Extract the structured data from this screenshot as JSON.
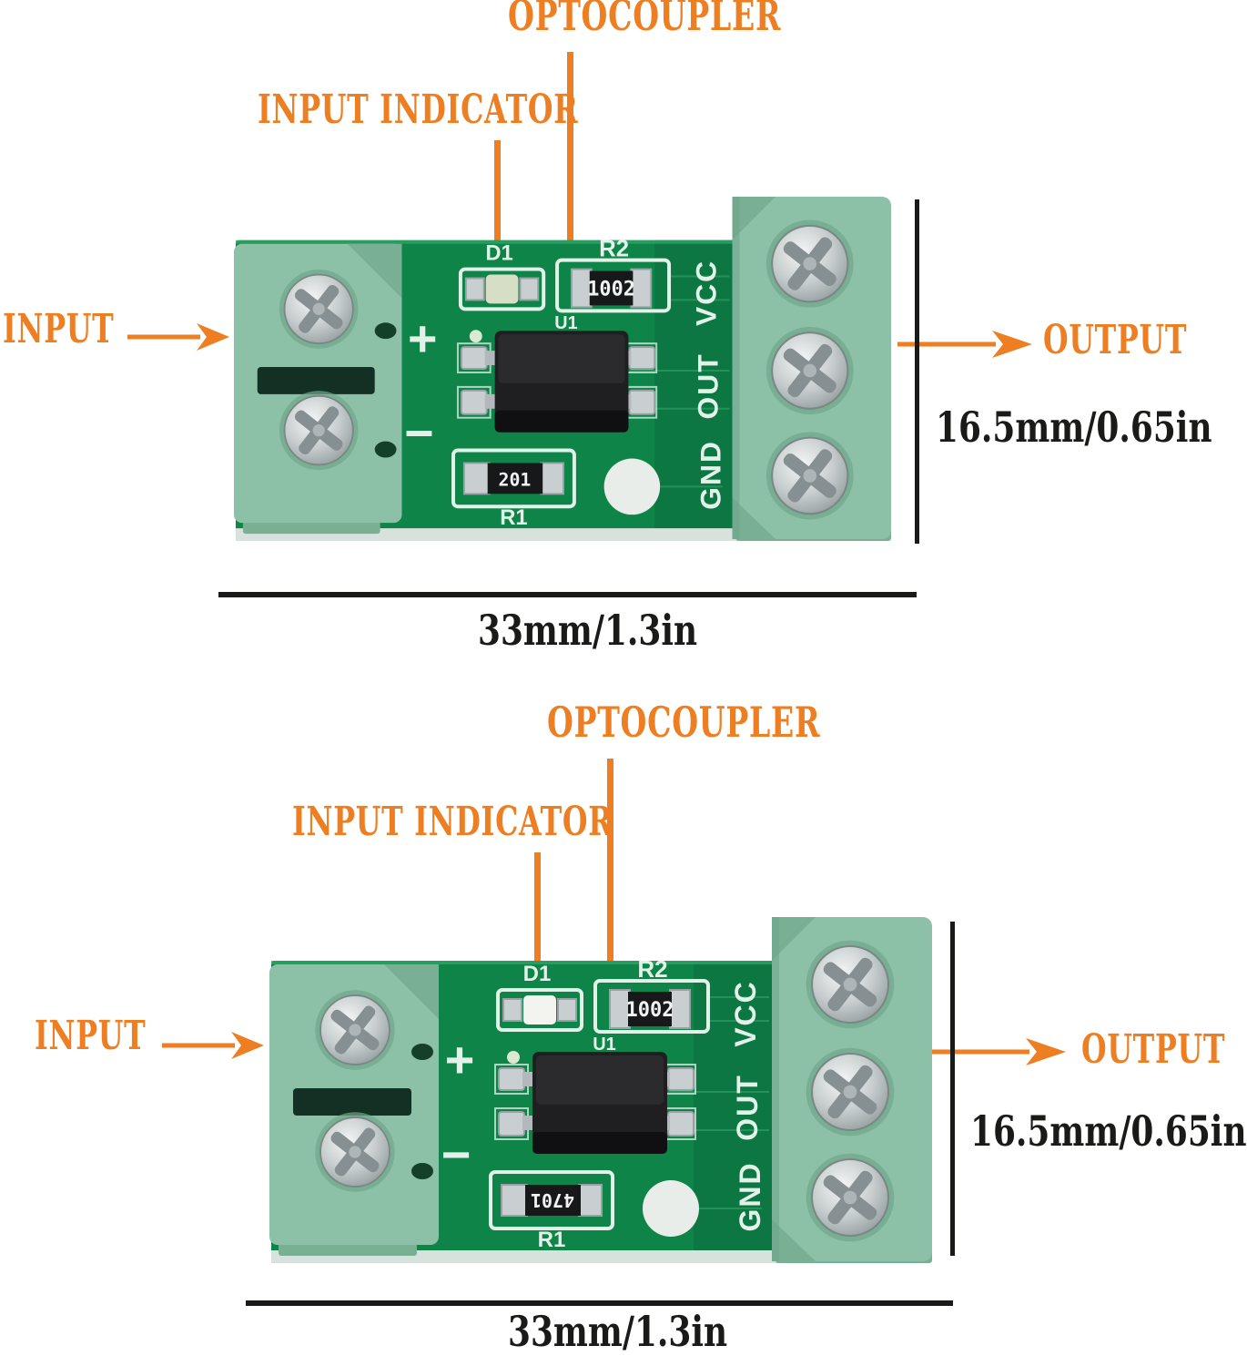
{
  "colors": {
    "accent": "#EE7E22",
    "dim": "#1A1A18",
    "pcb": "#0F8449",
    "terminal": "#8CC1A8",
    "silk": "#E2F2E9"
  },
  "modules": [
    {
      "labels": {
        "optocoupler": "OPTOCOUPLER",
        "input_indicator": "INPUT INDICATOR",
        "input": "INPUT",
        "output": "OUTPUT",
        "height_dimension": "16.5mm/0.65in",
        "width_dimension": "33mm/1.3in"
      },
      "board": {
        "silkscreen": {
          "d1_label": "D1",
          "r2_label": "R2",
          "r2_value": "1002",
          "u1_label": "U1",
          "vcc": "VCC",
          "out": "OUT",
          "gnd": "GND",
          "plus": "+",
          "minus": "−",
          "r1_label": "R1",
          "r1_value": "201"
        }
      }
    },
    {
      "labels": {
        "optocoupler": "OPTOCOUPLER",
        "input_indicator": "INPUT INDICATOR",
        "input": "INPUT",
        "output": "OUTPUT",
        "height_dimension": "16.5mm/0.65in",
        "width_dimension": "33mm/1.3in"
      },
      "board": {
        "silkscreen": {
          "d1_label": "D1",
          "r2_label": "R2",
          "r2_value": "1002",
          "u1_label": "U1",
          "vcc": "VCC",
          "out": "OUT",
          "gnd": "GND",
          "plus": "+",
          "minus": "−",
          "r1_label": "R1",
          "r1_value": "4701"
        }
      }
    }
  ]
}
